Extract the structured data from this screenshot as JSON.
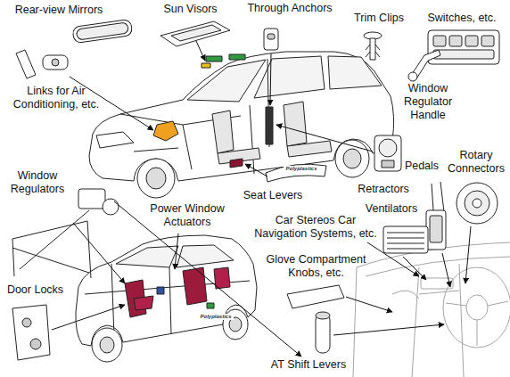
{
  "diagram": {
    "labels": [
      "Rear-view Mirrors",
      "Sun Visors",
      "Through Anchors",
      "Trim Clips",
      "Switches, etc.",
      "Window Regulator Handle",
      "Links for Air Conditioning, etc.",
      "Pedals",
      "Rotary Connectors",
      "Window Regulators",
      "Retractors",
      "Seat Levers",
      "Polyplastics",
      "Power Window Actuators",
      "Ventilators",
      "Car Stereos Car Navigation Systems, etc.",
      "Glove Compartment Knobs, etc.",
      "Door Locks",
      "Polyplastics",
      "AT Shift Levers"
    ]
  }
}
